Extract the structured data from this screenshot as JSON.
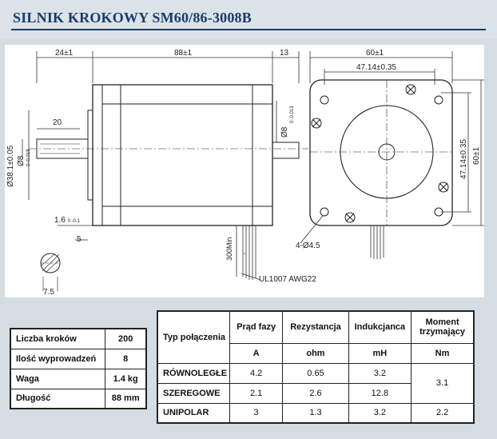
{
  "header": {
    "title": "SILNIK KROKOWY SM60/86-3008B"
  },
  "drawing": {
    "dims": {
      "d24": "24±1",
      "d88": "88±1",
      "d13": "13",
      "d60": "60±1",
      "d4714": "47.14±0.35",
      "d20": "20",
      "d381": "Ø38.1±0.05",
      "d8shaft": "Ø8",
      "d8shaft_tol": "0 -0.018",
      "d8r": "Ø8",
      "d8r_tol": "0 -0.013",
      "d16": "1.6",
      "d16_tol": "0 -0.1",
      "d5": "5",
      "d300": "300Min",
      "d75": "7.5",
      "holes": "4-Ø4.5",
      "cable": "UL1007  AWG22",
      "v4714": "47.14±0.35",
      "v60": "60±1"
    }
  },
  "spec": {
    "rows": [
      {
        "label": "Liczba kroków",
        "value": "200"
      },
      {
        "label": "Ilość wyprowadzeń",
        "value": "8"
      },
      {
        "label": "Waga",
        "value": "1.4 kg"
      },
      {
        "label": "Długość",
        "value": "88 mm"
      }
    ]
  },
  "elec": {
    "headers": {
      "type": "Typ połączenia",
      "current": "Prąd fazy",
      "resistance": "Rezystancja",
      "inductance": "Indukcjanca",
      "torque": "Moment trzymający"
    },
    "units": {
      "current": "A",
      "resistance": "ohm",
      "inductance": "mH",
      "torque": "Nm"
    },
    "rows": [
      {
        "type": "RÓWNOLEGŁE",
        "current": "4.2",
        "resistance": "0.65",
        "inductance": "3.2"
      },
      {
        "type": "SZEREGOWE",
        "current": "2.1",
        "resistance": "2.6",
        "inductance": "12.8"
      },
      {
        "type": "UNIPOLAR",
        "current": "3",
        "resistance": "1.3",
        "inductance": "3.2",
        "torque": "2.2"
      }
    ],
    "torque_merged": "3.1"
  }
}
